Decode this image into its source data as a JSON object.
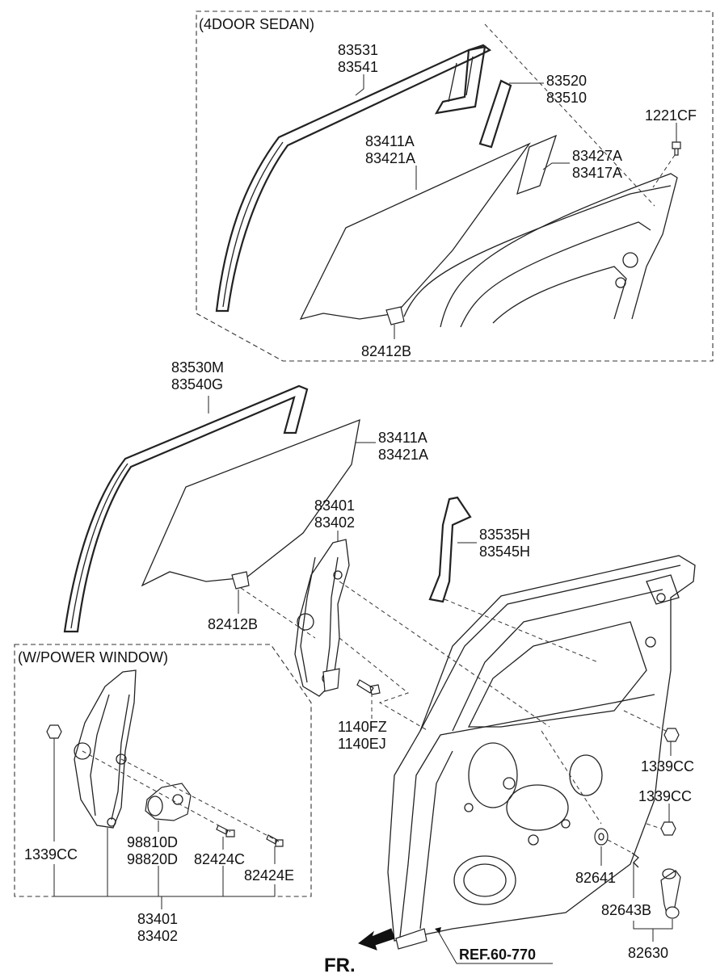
{
  "groups": {
    "sedan": "(4DOOR SEDAN)",
    "power_window": "(W/POWER WINDOW)"
  },
  "labels": {
    "p83531": "83531",
    "p83541": "83541",
    "p83520": "83520",
    "p83510": "83510",
    "p1221CF": "1221CF",
    "p83411A_top": "83411A",
    "p83421A_top": "83421A",
    "p83427A": "83427A",
    "p83417A": "83417A",
    "p82412B_top": "82412B",
    "p83530M": "83530M",
    "p83540G": "83540G",
    "p83411A_mid": "83411A",
    "p83421A_mid": "83421A",
    "p83401_mid": "83401",
    "p83402_mid": "83402",
    "p83535H": "83535H",
    "p83545H": "83545H",
    "p82412B_mid": "82412B",
    "p1140FZ": "1140FZ",
    "p1140EJ": "1140EJ",
    "p1339CC_a": "1339CC",
    "p1339CC_b": "1339CC",
    "p1339CC_c": "1339CC",
    "p98810D": "98810D",
    "p98820D": "98820D",
    "p82424C": "82424C",
    "p82424E": "82424E",
    "p83401_bot": "83401",
    "p83402_bot": "83402",
    "p82641": "82641",
    "p82643B": "82643B",
    "p82630": "82630",
    "fr": "FR.",
    "ref": "REF.60-770"
  }
}
